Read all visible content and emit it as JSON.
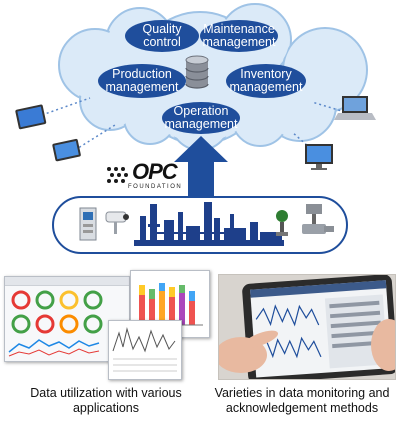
{
  "cloud_functions": {
    "quality_control": "Quality\ncontrol",
    "maintenance_management": "Maintenance\nmanagement",
    "production_management": "Production\nmanagement",
    "inventory_management": "Inventory\nmanagement",
    "operation_management": "Operation\nmanagement"
  },
  "logo": {
    "brand": "OPC",
    "sub": "FOUNDATION"
  },
  "captions": {
    "left": "Data utilization with various\napplications",
    "right": "Varieties in data monitoring and\nacknowledgement methods"
  },
  "colors": {
    "cloud_fill": "#dbeaf8",
    "cloud_stroke": "#9fc3e6",
    "oval_fill": "#1f4e9c",
    "arrow": "#1f4e9c",
    "plant": "#1e3f8a"
  },
  "icons": [
    "database-icon",
    "tablet-icon",
    "laptop-icon",
    "monitor-icon",
    "camera-icon",
    "valve-icon",
    "plant-icon"
  ]
}
